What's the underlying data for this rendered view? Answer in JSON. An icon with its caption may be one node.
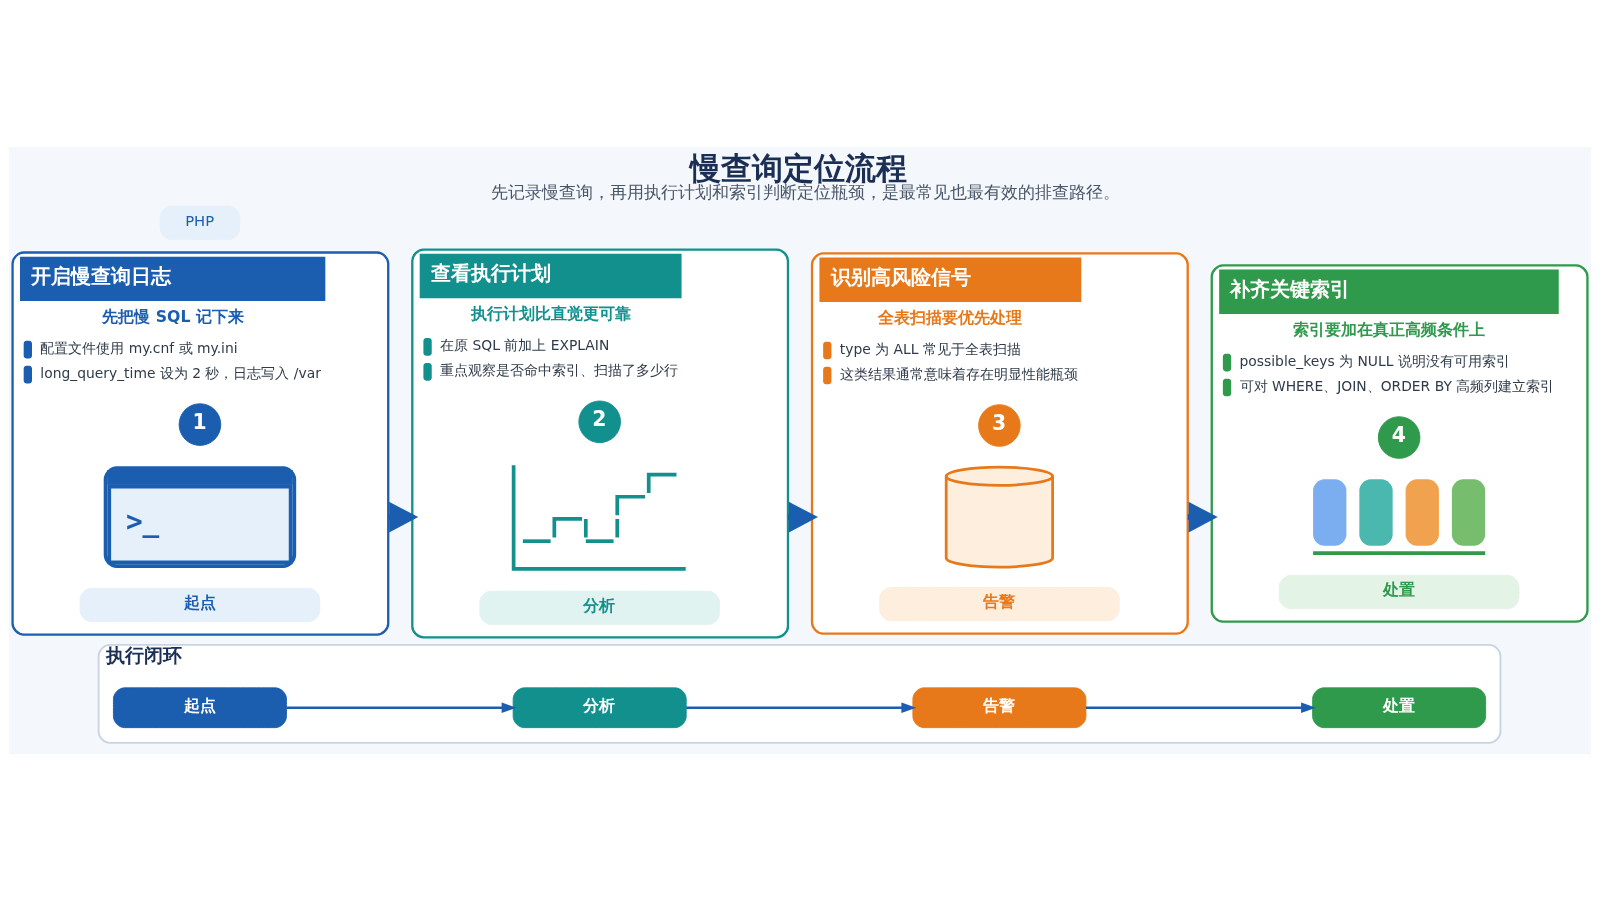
{
  "diagram": {
    "title": "慢查询定位流程",
    "caption": "先记录慢查询，再用执行计划和索引判断定位瓶颈，是最常见也最有效的排查路径。",
    "nodes": [
      {
        "text": [
          "PHP"
        ]
      },
      {
        "text": [
          "开启慢查询日志",
          "先把慢 SQL 记下来",
          "配置文件使用 my.cnf 或 my.ini",
          "long_query_time 设为 2 秒，日志写入 /var"
        ]
      },
      {
        "text": [
          "1"
        ],
        "in": 1
      },
      {
        "text": [
          ">_"
        ],
        "in": 1
      },
      {
        "text": [
          "起点"
        ],
        "in": 1
      },
      {
        "text": [
          "查看执行计划",
          "执行计划比直觉更可靠",
          "在原 SQL 前加上 EXPLAIN",
          "重点观察是否命中索引、扫描了多少行"
        ]
      },
      {
        "text": [
          "2"
        ],
        "in": 5
      },
      {
        "text": [],
        "shape": "picture",
        "in": 5
      },
      {
        "text": [
          "分析"
        ],
        "in": 5
      },
      {
        "text": [
          "识别高风险信号",
          "全表扫描要优先处理",
          "type 为 ALL 常见于全表扫描",
          "这类结果通常意味着存在明显性能瓶颈"
        ]
      },
      {
        "text": [
          "3"
        ],
        "in": 9
      },
      {
        "text": [],
        "shape": "cylinder",
        "in": 9
      },
      {
        "text": [
          "告警"
        ],
        "in": 9
      },
      {
        "text": [
          "补齐关键索引",
          "索引要加在真正高频条件上",
          "possible_keys 为 NULL 说明没有可用索引",
          "可对 WHERE、JOIN、ORDER BY 高频列建立索引"
        ]
      },
      {
        "text": [
          "4"
        ],
        "in": 13
      },
      {
        "text": [],
        "shape": "bar",
        "in": 13
      },
      {
        "text": [
          "处置"
        ],
        "in": 13
      },
      {
        "text": [
          "执行闭环"
        ]
      },
      {
        "text": [
          "起点"
        ],
        "in": 17
      },
      {
        "text": [
          "分析"
        ],
        "in": 17
      },
      {
        "text": [
          "告警"
        ],
        "in": 17
      },
      {
        "text": [
          "处置"
        ],
        "in": 17
      }
    ],
    "edges": [
      {
        "from": 1,
        "to": 5,
        "arrow": "to",
        "style": "thick"
      },
      {
        "from": 5,
        "to": 9,
        "arrow": "to",
        "style": "thick"
      },
      {
        "from": 9,
        "to": 13,
        "arrow": "to",
        "style": "thick"
      },
      {
        "from": 18,
        "to": 19,
        "arrow": "to"
      },
      {
        "from": 19,
        "to": 20,
        "arrow": "to"
      },
      {
        "from": 20,
        "to": 21,
        "arrow": "to"
      }
    ]
  }
}
